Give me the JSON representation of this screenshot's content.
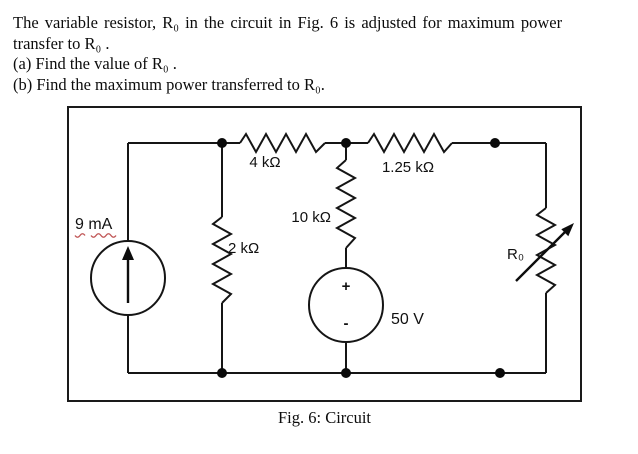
{
  "problem": {
    "lines": [
      "The variable resistor, R₀  in the circuit in Fig. 6 is adjusted for maximum power",
      "transfer to R₀ .",
      "(a) Find the value of R₀ .",
      "(b) Find the maximum power transferred to R₀."
    ]
  },
  "figure": {
    "caption": "Fig. 6: Circuit",
    "labels": {
      "current_source": "9 mA",
      "top_left_resistor": "4 kΩ",
      "top_right_resistor": "1.25 kΩ",
      "shunt_resistor": "2 kΩ",
      "middle_resistor": "10 kΩ",
      "load_resistor": "R₀",
      "voltage_source": "50 V",
      "voltage_plus": "+",
      "voltage_minus": "-"
    },
    "colors": {
      "wire": "#151515",
      "spellcheck_underline": "#c25a5a"
    }
  }
}
